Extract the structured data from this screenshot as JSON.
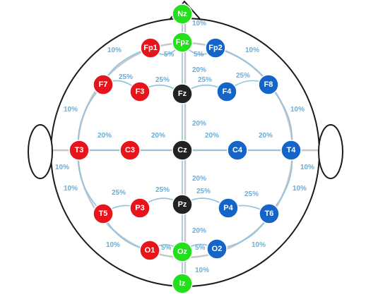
{
  "colors": {
    "red": "#e8141c",
    "blue": "#1565c8",
    "green": "#22e01a",
    "black": "#222222",
    "wire": "#8fc3df",
    "percent_text": "#6aaed6"
  },
  "electrodes": [
    {
      "id": "Nz",
      "color": "green"
    },
    {
      "id": "Fpz",
      "color": "green"
    },
    {
      "id": "Fp1",
      "color": "red"
    },
    {
      "id": "Fp2",
      "color": "blue"
    },
    {
      "id": "F7",
      "color": "red"
    },
    {
      "id": "F3",
      "color": "red"
    },
    {
      "id": "Fz",
      "color": "black"
    },
    {
      "id": "F4",
      "color": "blue"
    },
    {
      "id": "F8",
      "color": "blue"
    },
    {
      "id": "T3",
      "color": "red"
    },
    {
      "id": "C3",
      "color": "red"
    },
    {
      "id": "Cz",
      "color": "black"
    },
    {
      "id": "C4",
      "color": "blue"
    },
    {
      "id": "T4",
      "color": "blue"
    },
    {
      "id": "T5",
      "color": "red"
    },
    {
      "id": "P3",
      "color": "red"
    },
    {
      "id": "Pz",
      "color": "black"
    },
    {
      "id": "P4",
      "color": "blue"
    },
    {
      "id": "T6",
      "color": "blue"
    },
    {
      "id": "O1",
      "color": "red"
    },
    {
      "id": "Oz",
      "color": "green"
    },
    {
      "id": "O2",
      "color": "blue"
    },
    {
      "id": "Iz",
      "color": "green"
    }
  ],
  "percent_labels": [
    "10%",
    "10%",
    "10%",
    "5%",
    "5%",
    "20%",
    "25%",
    "25%",
    "25%",
    "25%",
    "10%",
    "10%",
    "20%",
    "20%",
    "20%",
    "20%",
    "20%",
    "10%",
    "10%",
    "20%",
    "10%",
    "10%",
    "25%",
    "25%",
    "25%",
    "25%",
    "20%",
    "10%",
    "5%",
    "5%",
    "10%",
    "10%"
  ]
}
